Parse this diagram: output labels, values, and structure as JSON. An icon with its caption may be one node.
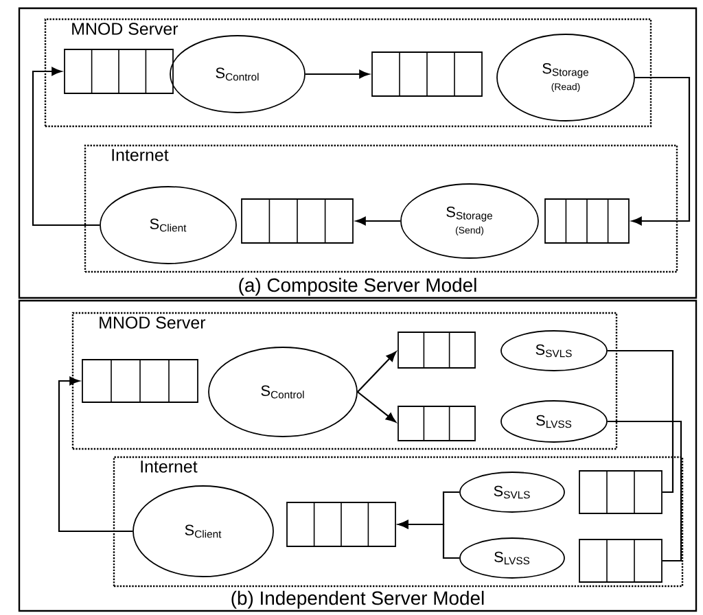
{
  "diagram": {
    "nodes": [
      {
        "text": [
          "(a) Composite Server Model"
        ]
      },
      {
        "text": [
          "MNOD Server"
        ],
        "in": 0
      },
      {
        "text": [],
        "shape": "box",
        "in": 1
      },
      {
        "text": [
          "S$_{Control}$"
        ],
        "in": 1
      },
      {
        "text": [],
        "shape": "box",
        "in": 1
      },
      {
        "text": [
          "S$_{Storage}$",
          "(Read)"
        ],
        "in": 1
      },
      {
        "text": [
          "Internet"
        ],
        "in": 0
      },
      {
        "text": [
          "S$_{Client}$"
        ],
        "in": 6
      },
      {
        "text": [],
        "shape": "box",
        "in": 6
      },
      {
        "text": [
          "S$_{Storage}$",
          "(Send)"
        ],
        "in": 6
      },
      {
        "text": [],
        "shape": "box",
        "in": 6
      },
      {
        "text": [
          "(b) Independent Server Model"
        ]
      },
      {
        "text": [
          "MNOD Server"
        ],
        "in": 11
      },
      {
        "text": [],
        "shape": "box",
        "in": 12
      },
      {
        "text": [
          "S$_{Control}$"
        ],
        "in": 12
      },
      {
        "text": [],
        "shape": "box",
        "in": 12
      },
      {
        "text": [
          "S$_{SVLS}$"
        ],
        "in": 12
      },
      {
        "text": [],
        "shape": "box",
        "in": 12
      },
      {
        "text": [
          "S$_{LVSS}$"
        ],
        "in": 12
      },
      {
        "text": [
          "Internet"
        ],
        "in": 11
      },
      {
        "text": [
          "S$_{Client}$"
        ],
        "in": 19
      },
      {
        "text": [],
        "shape": "box",
        "in": 19
      },
      {
        "text": [
          "S$_{SVLS}$"
        ],
        "in": 19
      },
      {
        "text": [],
        "shape": "box",
        "in": 19
      },
      {
        "text": [
          "S$_{LVSS}$"
        ],
        "in": 19
      },
      {
        "text": [],
        "shape": "box",
        "in": 19
      }
    ],
    "edges": [
      {
        "from": 3,
        "to": 4,
        "arrow": "to"
      },
      {
        "from": 5,
        "to": 10,
        "arrow": "to"
      },
      {
        "from": 9,
        "to": 8,
        "arrow": "to"
      },
      {
        "from": 7,
        "to": 2,
        "arrow": "to"
      },
      {
        "from": 20,
        "to": 13,
        "arrow": "to"
      },
      {
        "from": 14,
        "to": 15,
        "arrow": "to"
      },
      {
        "from": 14,
        "to": 17,
        "arrow": "to"
      },
      {
        "from": 16,
        "to": 23,
        "arrow": "none"
      },
      {
        "from": 18,
        "to": 25,
        "arrow": "none"
      },
      {
        "from": 22,
        "to": 21,
        "arrow": "to"
      },
      {
        "from": 24,
        "to": 21,
        "arrow": "to"
      }
    ]
  }
}
